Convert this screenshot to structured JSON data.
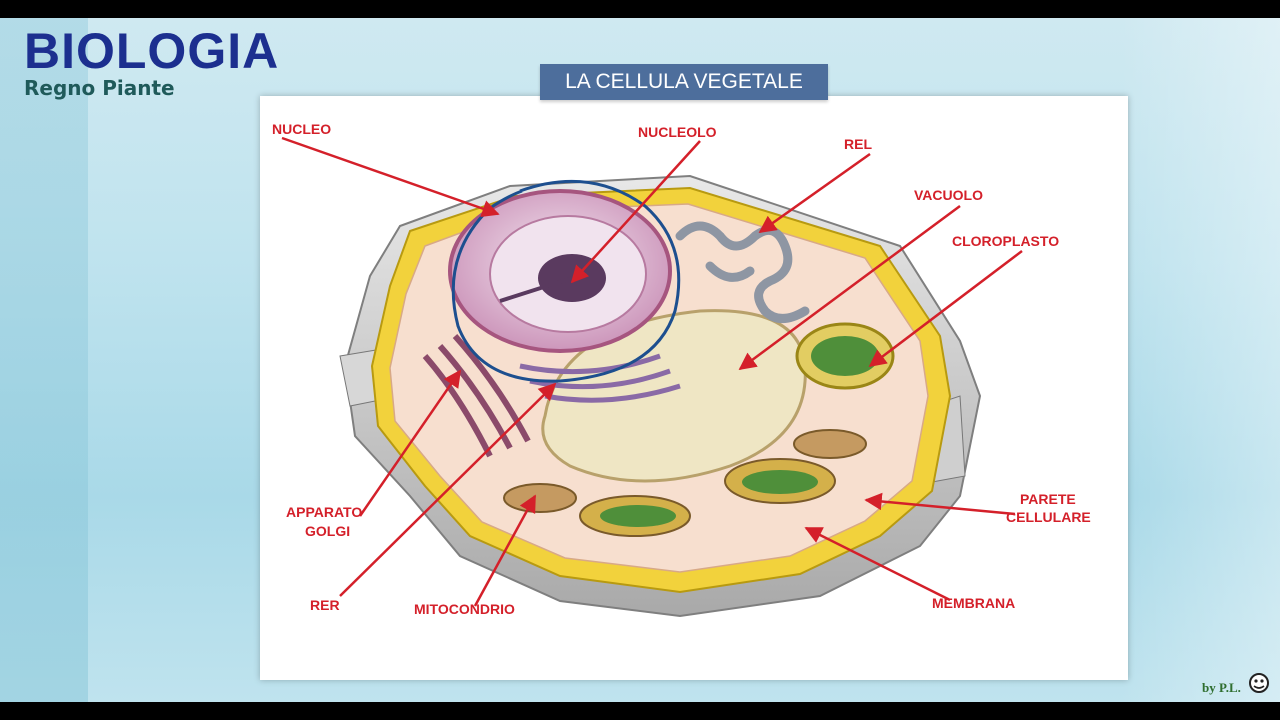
{
  "slide": {
    "title": "BIOLOGIA",
    "subtitle": "Regno Piante",
    "banner": "LA CELLULA VEGETALE",
    "credit": "by P.L."
  },
  "diagram": {
    "labels": {
      "nucleo": "NUCLEO",
      "nucleolo": "NUCLEOLO",
      "rel": "REL",
      "vacuolo": "VACUOLO",
      "cloroplasto": "CLOROPLASTO",
      "apparato_line1": "APPARATO",
      "apparato_line2": "GOLGI",
      "rer": "RER",
      "mitocondrio": "MITOCONDRIO",
      "parete_line1": "PARETE",
      "parete_line2": "CELLULARE",
      "membrana": "MEMBRANA"
    }
  },
  "colors": {
    "title": "#1c2f8f",
    "banner": "#4d6e9c",
    "label": "#d4202a",
    "cell_wall": "#f2d23c",
    "cytoplasm": "#f7dfcf",
    "nucleus": "#d9a9c9",
    "vacuole": "#efe6c4",
    "chloroplast": "#4f8f3a",
    "pen_annotation": "#1d4f8f"
  }
}
